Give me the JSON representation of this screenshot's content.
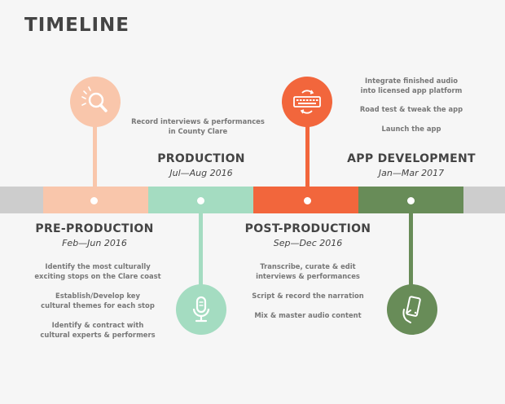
{
  "title": "TIMELINE",
  "colors": {
    "pre": "#f9c6ab",
    "prod": "#a4dcc1",
    "post": "#f2663c",
    "app": "#688c58",
    "grey": "#cdcdcd",
    "background": "#f6f6f6"
  },
  "phases": {
    "pre": {
      "name": "PRE-PRODUCTION",
      "dates": "Feb—Jun 2016",
      "icon": "magnifier-icon",
      "notes": [
        "Identify the most culturally\nexciting stops on the Clare coast",
        "Establish/Develop key\ncultural themes for each stop",
        "Identify & contract with\ncultural experts & performers"
      ]
    },
    "prod": {
      "name": "PRODUCTION",
      "dates": "Jul—Aug 2016",
      "icon": "microphone-icon",
      "notes": [
        "Record interviews & performances\nin County Clare"
      ]
    },
    "post": {
      "name": "POST-PRODUCTION",
      "dates": "Sep—Dec 2016",
      "icon": "keyboard-icon",
      "notes": [
        "Transcribe, curate & edit\ninterviews & performances",
        "Script & record the narration",
        "Mix & master audio content"
      ]
    },
    "app": {
      "name": "APP DEVELOPMENT",
      "dates": "Jan—Mar 2017",
      "icon": "smartphone-icon",
      "notes": [
        "Integrate finished audio\ninto licensed app platform",
        "Road test & tweak the app",
        "Launch the app"
      ]
    }
  }
}
